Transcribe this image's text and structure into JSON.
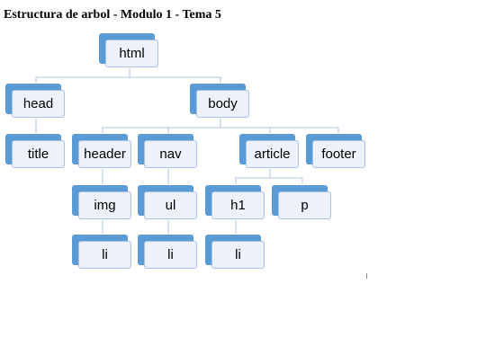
{
  "header": {
    "title": "Estructura de arbol - Modulo 1 - Tema 5"
  },
  "colors": {
    "tab": "#5b9bd5",
    "card_fill": "#edf2fa",
    "card_border": "#a8c3e6",
    "connector": "#a8c3e6"
  },
  "tree": {
    "html": "html",
    "head": "head",
    "title": "title",
    "body": "body",
    "header": "header",
    "img": "img",
    "li_header": "li",
    "nav": "nav",
    "ul": "ul",
    "li_nav": "li",
    "article": "article",
    "h1": "h1",
    "li_article": "li",
    "p": "p",
    "footer": "footer"
  }
}
